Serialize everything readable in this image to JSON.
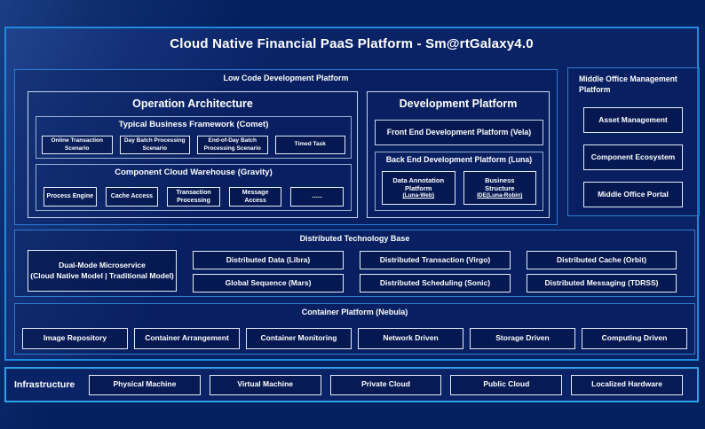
{
  "title": "Cloud Native Financial PaaS Platform - Sm@rtGalaxy4.0",
  "colors": {
    "background": "#04215f",
    "panel_fill": "#0a2367",
    "panel_border": "#1f8ade",
    "infra_border": "#2da2e8",
    "section_border": "#2e7bd0",
    "light_border": "#c9d7ec",
    "gray_border": "#98abcd",
    "leaf_border": "#e4ecf8",
    "text": "#ffffff"
  },
  "low_code": {
    "label": "Low Code Development Platform",
    "operation": {
      "title": "Operation Architecture",
      "comet": {
        "title": "Typical Business Framework (Comet)",
        "items": [
          "Online Transaction Scenario",
          "Day Batch Processing Scenario",
          "End-of-Day Batch Processing Scenario",
          "Timed Task"
        ]
      },
      "gravity": {
        "title": "Component Cloud Warehouse (Gravity)",
        "items": [
          "Process Engine",
          "Cache Access",
          "Transaction Processing",
          "Message Access",
          "......"
        ]
      }
    },
    "development": {
      "title": "Development Platform",
      "front_end": "Front End Development Platform (Vela)",
      "back_end": {
        "title": "Back End Development Platform (Luna)",
        "items": [
          {
            "line1": "Data Annotation",
            "line2": "Platform",
            "line3": "(Luna-Web)"
          },
          {
            "line1": "Business",
            "line2": "Structure",
            "line3": "IDE(Luna-Robin)"
          }
        ]
      }
    }
  },
  "middle_office": {
    "label": "Middle Office Management Platform",
    "items": [
      "Asset Management",
      "Component Ecosystem",
      "Middle Office Portal"
    ]
  },
  "distributed": {
    "label": "Distributed Technology Base",
    "dual_mode": {
      "line1": "Dual-Mode Microservice",
      "line2": "(Cloud Native Model | Traditional Model)"
    },
    "items": [
      "Distributed Data (Libra)",
      "Global Sequence (Mars)",
      "Distributed Transaction (Virgo)",
      "Distributed Scheduling (Sonic)",
      "Distributed Cache (Orbit)",
      "Distributed Messaging (TDRSS)"
    ]
  },
  "container": {
    "label": "Container Platform (Nebula)",
    "items": [
      "Image Repository",
      "Container Arrangement",
      "Container Monitoring",
      "Network Driven",
      "Storage Driven",
      "Computing Driven"
    ]
  },
  "infrastructure": {
    "label": "Infrastructure",
    "items": [
      "Physical Machine",
      "Virtual Machine",
      "Private Cloud",
      "Public Cloud",
      "Localized Hardware"
    ]
  }
}
